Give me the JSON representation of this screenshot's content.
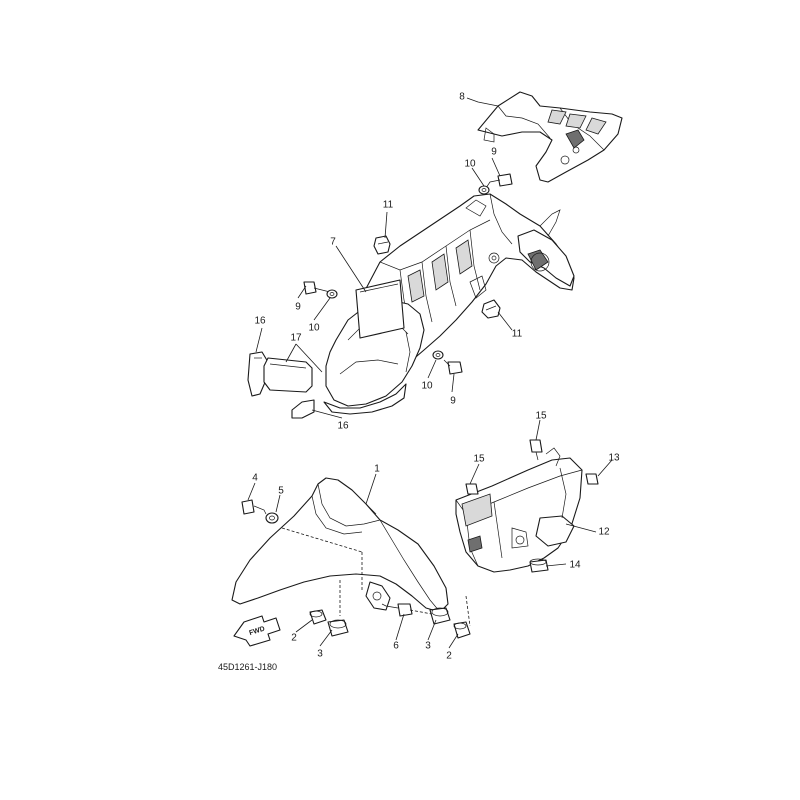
{
  "drawing_code": "45D1261-J180",
  "fwd_label": "FWD",
  "callouts": [
    {
      "id": "c1",
      "text": "1"
    },
    {
      "id": "c2a",
      "text": "2"
    },
    {
      "id": "c2b",
      "text": "2"
    },
    {
      "id": "c3a",
      "text": "3"
    },
    {
      "id": "c3b",
      "text": "3"
    },
    {
      "id": "c4",
      "text": "4"
    },
    {
      "id": "c5",
      "text": "5"
    },
    {
      "id": "c6",
      "text": "6"
    },
    {
      "id": "c7",
      "text": "7"
    },
    {
      "id": "c8",
      "text": "8"
    },
    {
      "id": "c9a",
      "text": "9"
    },
    {
      "id": "c9b",
      "text": "9"
    },
    {
      "id": "c9c",
      "text": "9"
    },
    {
      "id": "c10a",
      "text": "10"
    },
    {
      "id": "c10b",
      "text": "10"
    },
    {
      "id": "c10c",
      "text": "10"
    },
    {
      "id": "c11a",
      "text": "11"
    },
    {
      "id": "c11b",
      "text": "11"
    },
    {
      "id": "c12",
      "text": "12"
    },
    {
      "id": "c13",
      "text": "13"
    },
    {
      "id": "c14",
      "text": "14"
    },
    {
      "id": "c15a",
      "text": "15"
    },
    {
      "id": "c15b",
      "text": "15"
    },
    {
      "id": "c16a",
      "text": "16"
    },
    {
      "id": "c16b",
      "text": "16"
    },
    {
      "id": "c17",
      "text": "17"
    }
  ]
}
